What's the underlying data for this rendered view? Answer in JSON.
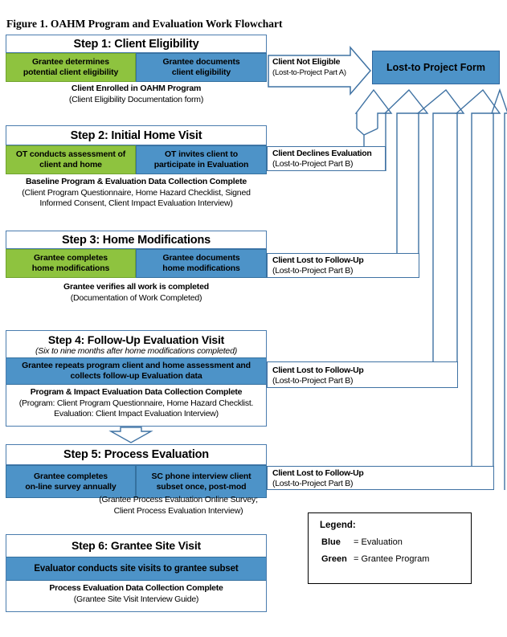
{
  "title": "Figure 1. OAHM Program and Evaluation Work Flowchart",
  "lost_to_form_label": "Lost-to Project Form",
  "steps": {
    "s1": {
      "header": "Step 1: Client Eligibility",
      "green_cell": "Grantee determines\npotential client eligibility",
      "blue_cell": "Grantee documents\nclient eligibility",
      "caption_title": "Client Enrolled in OAHM Program",
      "caption_sub": "(Client Eligibility Documentation form)",
      "side_label_title": "Client Not Eligible",
      "side_label_sub": "(Lost-to-Project Part A)"
    },
    "s2": {
      "header": "Step 2: Initial Home Visit",
      "green_cell": "OT conducts assessment of\nclient and home",
      "blue_cell": "OT invites client to\nparticipate in Evaluation",
      "caption_title": "Baseline Program & Evaluation Data Collection Complete",
      "caption_sub": "(Client Program Questionnaire, Home Hazard Checklist, Signed\nInformed Consent, Client Impact Evaluation Interview)",
      "side_label_title": "Client Declines Evaluation",
      "side_label_sub": "(Lost-to-Project Part B)"
    },
    "s3": {
      "header": "Step 3: Home Modifications",
      "green_cell": "Grantee completes\nhome modifications",
      "blue_cell": "Grantee documents\nhome modifications",
      "caption_title": "Grantee verifies all work is completed",
      "caption_sub": "(Documentation of Work Completed)",
      "side_label_title": "Client Lost to Follow-Up",
      "side_label_sub": "(Lost-to-Project Part B)"
    },
    "s4": {
      "header": "Step 4: Follow-Up Evaluation Visit",
      "subtitle": "(Six to nine months after home modifications completed)",
      "blue_cell": "Grantee repeats program client and home assessment and\ncollects follow-up Evaluation data",
      "caption_title": "Program & Impact Evaluation Data Collection Complete",
      "caption_sub": "(Program: Client Program Questionnaire, Home Hazard Checklist.\nEvaluation:  Client Impact Evaluation Interview)",
      "side_label_title": "Client Lost to Follow-Up",
      "side_label_sub": "(Lost-to-Project Part B)"
    },
    "s5": {
      "header": "Step 5: Process Evaluation",
      "blue_cell_left": "Grantee completes\non-line survey annually",
      "blue_cell_right": "SC phone interview client\nsubset once, post-mod",
      "caption_sub": "(Grantee Process Evaluation Online Survey;\nClient Process Evaluation Interview)",
      "side_label_title": "Client Lost to Follow-Up",
      "side_label_sub": "(Lost-to-Project Part B)"
    },
    "s6": {
      "header": "Step 6: Grantee Site Visit",
      "blue_cell": "Evaluator conducts site visits to grantee subset",
      "caption_title": "Process Evaluation Data Collection Complete",
      "caption_sub": "(Grantee Site Visit Interview Guide)"
    }
  },
  "legend": {
    "heading": "Legend:",
    "entries": [
      {
        "term": "Blue",
        "def": "= Evaluation"
      },
      {
        "term": "Green",
        "def": "= Grantee Program"
      }
    ]
  },
  "colors": {
    "blue_fill": "#4d93c8",
    "blue_border": "#35719f",
    "green_fill": "#8ec33f",
    "green_border": "#70a42e",
    "connector_line": "#3f72a3",
    "legend_border": "#000000"
  }
}
